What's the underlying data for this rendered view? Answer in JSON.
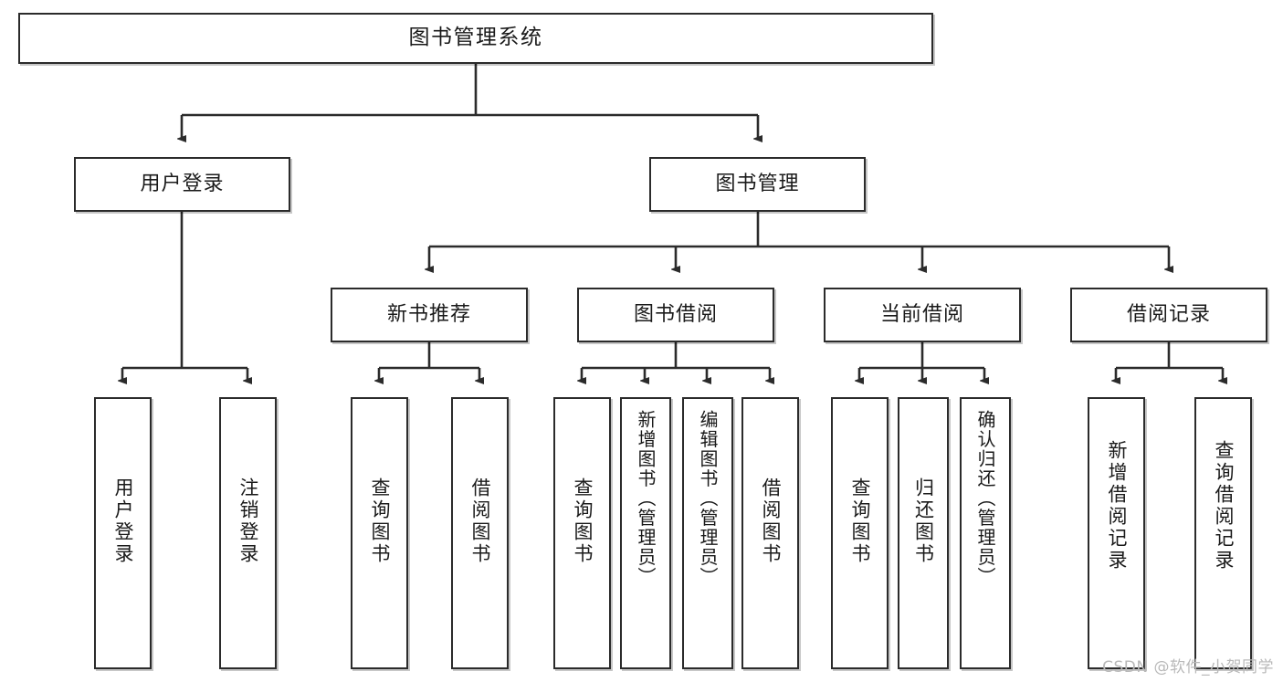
{
  "diagram": {
    "type": "tree-hierarchy",
    "title": "图书管理系统",
    "watermark": "CSDN @软件_小贺同学",
    "colors": {
      "box_border": "#2b2b2b",
      "box_fill": "#ffffff",
      "edge": "#2b2b2b",
      "text": "#1a1a1a",
      "watermark": "#b9b9b9"
    },
    "nodes": {
      "root": {
        "label": "图书管理系统"
      },
      "level1": [
        {
          "label": "用户登录"
        },
        {
          "label": "图书管理"
        }
      ],
      "level2": [
        {
          "label": "新书推荐"
        },
        {
          "label": "图书借阅"
        },
        {
          "label": "当前借阅"
        },
        {
          "label": "借阅记录"
        }
      ],
      "leaves": {
        "user_login": [
          {
            "label": "用户登录"
          },
          {
            "label": "注销登录"
          }
        ],
        "new_book_recommend": [
          {
            "label": "查询图书"
          },
          {
            "label": "借阅图书"
          }
        ],
        "book_borrow": [
          {
            "label": "查询图书"
          },
          {
            "label": "新增图书（管理员）"
          },
          {
            "label": "编辑图书（管理员）"
          },
          {
            "label": "借阅图书"
          }
        ],
        "current_borrow": [
          {
            "label": "查询图书"
          },
          {
            "label": "归还图书"
          },
          {
            "label": "确认归还（管理员）"
          }
        ],
        "borrow_record": [
          {
            "label": "新增借阅记录"
          },
          {
            "label": "查询借阅记录"
          }
        ]
      }
    }
  }
}
